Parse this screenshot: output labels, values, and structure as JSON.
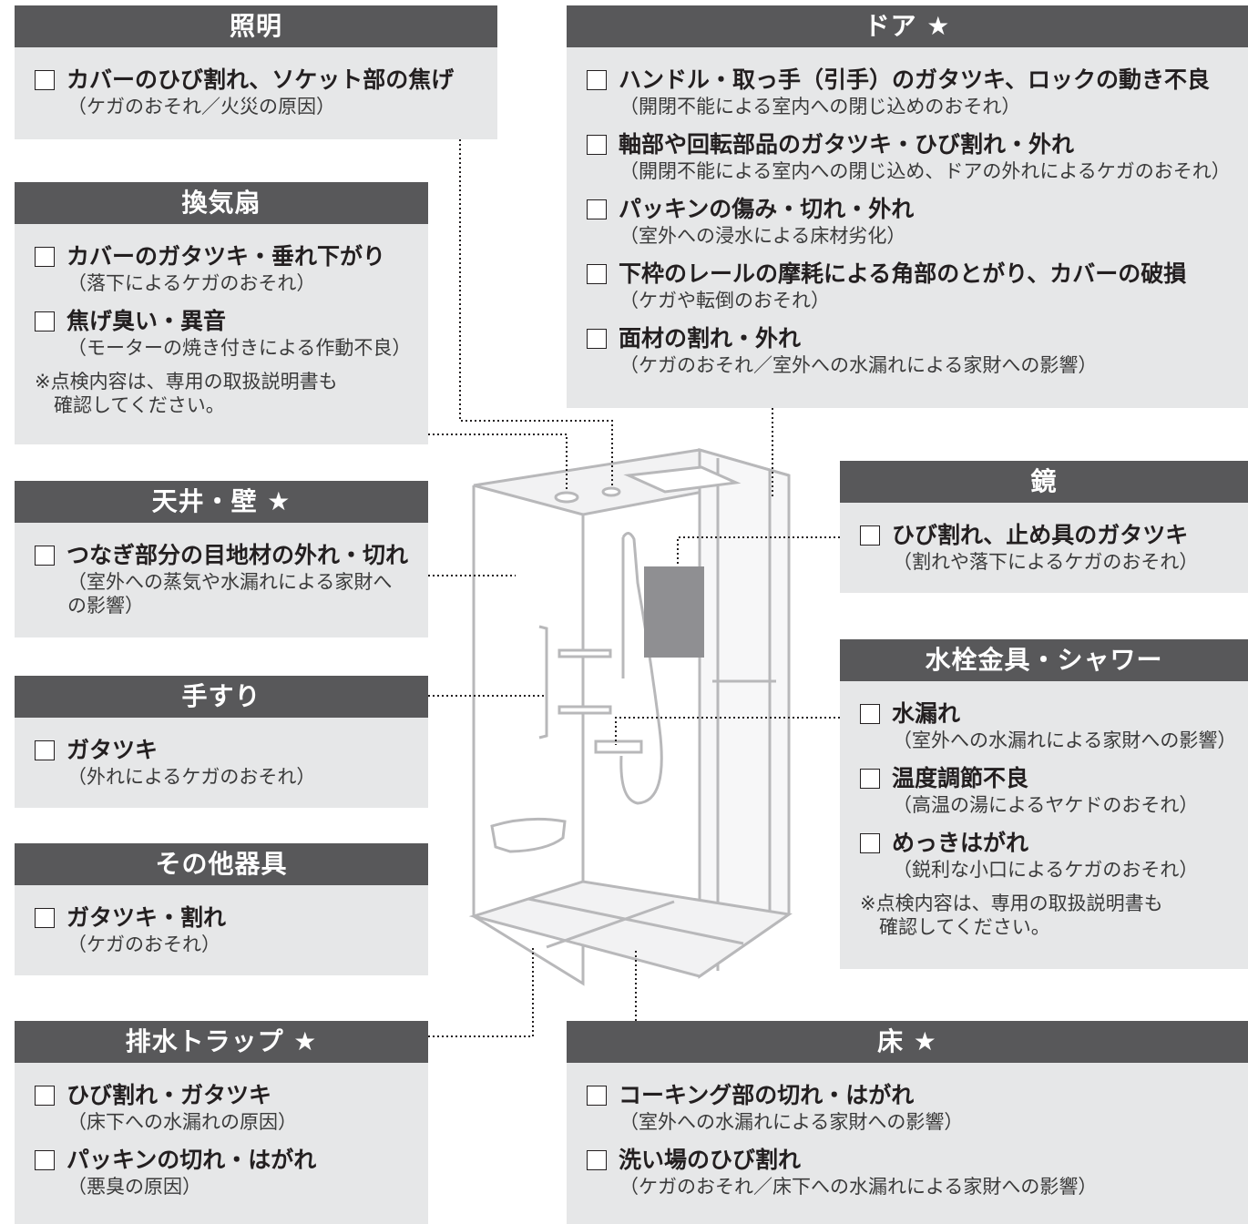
{
  "panels": {
    "lighting": {
      "title": "照明",
      "items": [
        {
          "label": "カバーのひび割れ、ソケット部の焦げ",
          "note": "（ケガのおそれ／火災の原因）"
        }
      ]
    },
    "fan": {
      "title": "換気扇",
      "items": [
        {
          "label": "カバーのガタツキ・垂れ下がり",
          "note": "（落下によるケガのおそれ）"
        },
        {
          "label": "焦げ臭い・異音",
          "note": "（モーターの焼き付きによる作動不良）"
        }
      ],
      "footnote": "※点検内容は、専用の取扱説明書も\n　確認してください。"
    },
    "ceiling": {
      "title": "天井・壁 ★",
      "items": [
        {
          "label": "つなぎ部分の目地材の外れ・切れ",
          "note": "（室外への蒸気や水漏れによる家財へ\n の影響）"
        }
      ]
    },
    "handrail": {
      "title": "手すり",
      "items": [
        {
          "label": "ガタツキ",
          "note": "（外れによるケガのおそれ）"
        }
      ]
    },
    "other": {
      "title": "その他器具",
      "items": [
        {
          "label": "ガタツキ・割れ",
          "note": "（ケガのおそれ）"
        }
      ]
    },
    "drain": {
      "title": "排水トラップ ★",
      "items": [
        {
          "label": "ひび割れ・ガタツキ",
          "note": "（床下への水漏れの原因）"
        },
        {
          "label": "パッキンの切れ・はがれ",
          "note": "（悪臭の原因）"
        }
      ]
    },
    "door": {
      "title": "ドア ★",
      "items": [
        {
          "label": "ハンドル・取っ手（引手）のガタツキ、ロックの動き不良",
          "note": "（開閉不能による室内への閉じ込めのおそれ）"
        },
        {
          "label": "軸部や回転部品のガタツキ・ひび割れ・外れ",
          "note": "（開閉不能による室内への閉じ込め、ドアの外れによるケガのおそれ）"
        },
        {
          "label": "パッキンの傷み・切れ・外れ",
          "note": "（室外への浸水による床材劣化）"
        },
        {
          "label": "下枠のレールの摩耗による角部のとがり、カバーの破損",
          "note": "（ケガや転倒のおそれ）"
        },
        {
          "label": "面材の割れ・外れ",
          "note": "（ケガのおそれ／室外への水漏れによる家財への影響）"
        }
      ]
    },
    "mirror": {
      "title": "鏡",
      "items": [
        {
          "label": "ひび割れ、止め具のガタツキ",
          "note": "（割れや落下によるケガのおそれ）"
        }
      ]
    },
    "faucet": {
      "title": "水栓金具・シャワー",
      "items": [
        {
          "label": "水漏れ",
          "note": "（室外への水漏れによる家財への影響）"
        },
        {
          "label": "温度調節不良",
          "note": "（高温の湯によるヤケドのおそれ）"
        },
        {
          "label": "めっきはがれ",
          "note": "（鋭利な小口によるケガのおそれ）"
        }
      ],
      "footnote": "※点検内容は、専用の取扱説明書も\n　確認してください。"
    },
    "floor": {
      "title": "床 ★",
      "items": [
        {
          "label": "コーキング部の切れ・はがれ",
          "note": "（室外への水漏れによる家財への影響）"
        },
        {
          "label": "洗い場のひび割れ",
          "note": "（ケガのおそれ／床下への水漏れによる家財への影響）"
        }
      ]
    }
  },
  "colors": {
    "header_bg": "#58585a",
    "panel_bg": "#e6e7e8",
    "line": "#231f20"
  }
}
